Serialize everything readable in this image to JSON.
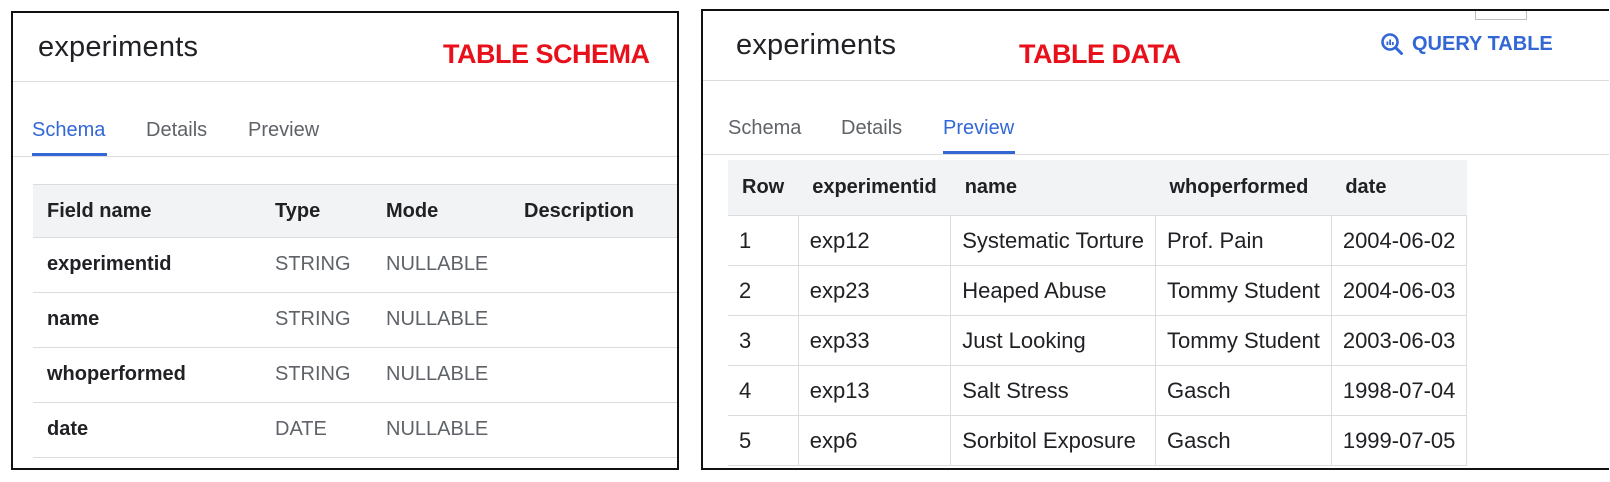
{
  "left_panel": {
    "title": "experiments",
    "label": "TABLE SCHEMA",
    "tabs": [
      {
        "label": "Schema",
        "active": true
      },
      {
        "label": "Details",
        "active": false
      },
      {
        "label": "Preview",
        "active": false
      }
    ],
    "schema": {
      "headers": [
        "Field name",
        "Type",
        "Mode",
        "Description"
      ],
      "rows": [
        {
          "field": "experimentid",
          "type": "STRING",
          "mode": "NULLABLE",
          "description": ""
        },
        {
          "field": "name",
          "type": "STRING",
          "mode": "NULLABLE",
          "description": ""
        },
        {
          "field": "whoperformed",
          "type": "STRING",
          "mode": "NULLABLE",
          "description": ""
        },
        {
          "field": "date",
          "type": "DATE",
          "mode": "NULLABLE",
          "description": ""
        }
      ]
    }
  },
  "right_panel": {
    "title": "experiments",
    "label": "TABLE DATA",
    "query_button": {
      "label": "QUERY TABLE",
      "icon": "search-query-icon"
    },
    "tabs": [
      {
        "label": "Schema",
        "active": false
      },
      {
        "label": "Details",
        "active": false
      },
      {
        "label": "Preview",
        "active": true
      }
    ],
    "preview": {
      "headers": [
        "Row",
        "experimentid",
        "name",
        "whoperformed",
        "date"
      ],
      "rows": [
        [
          "1",
          "exp12",
          "Systematic Torture",
          "Prof. Pain",
          "2004-06-02"
        ],
        [
          "2",
          "exp23",
          "Heaped Abuse",
          "Tommy Student",
          "2004-06-03"
        ],
        [
          "3",
          "exp33",
          "Just Looking",
          "Tommy Student",
          "2003-06-03"
        ],
        [
          "4",
          "exp13",
          "Salt Stress",
          "Gasch",
          "1998-07-04"
        ],
        [
          "5",
          "exp6",
          "Sorbitol Exposure",
          "Gasch",
          "1999-07-05"
        ]
      ]
    }
  },
  "colors": {
    "accent": "#3367d6",
    "annotation_red": "#e8101a",
    "header_bg": "#f1f3f4",
    "divider": "#dadce0"
  }
}
